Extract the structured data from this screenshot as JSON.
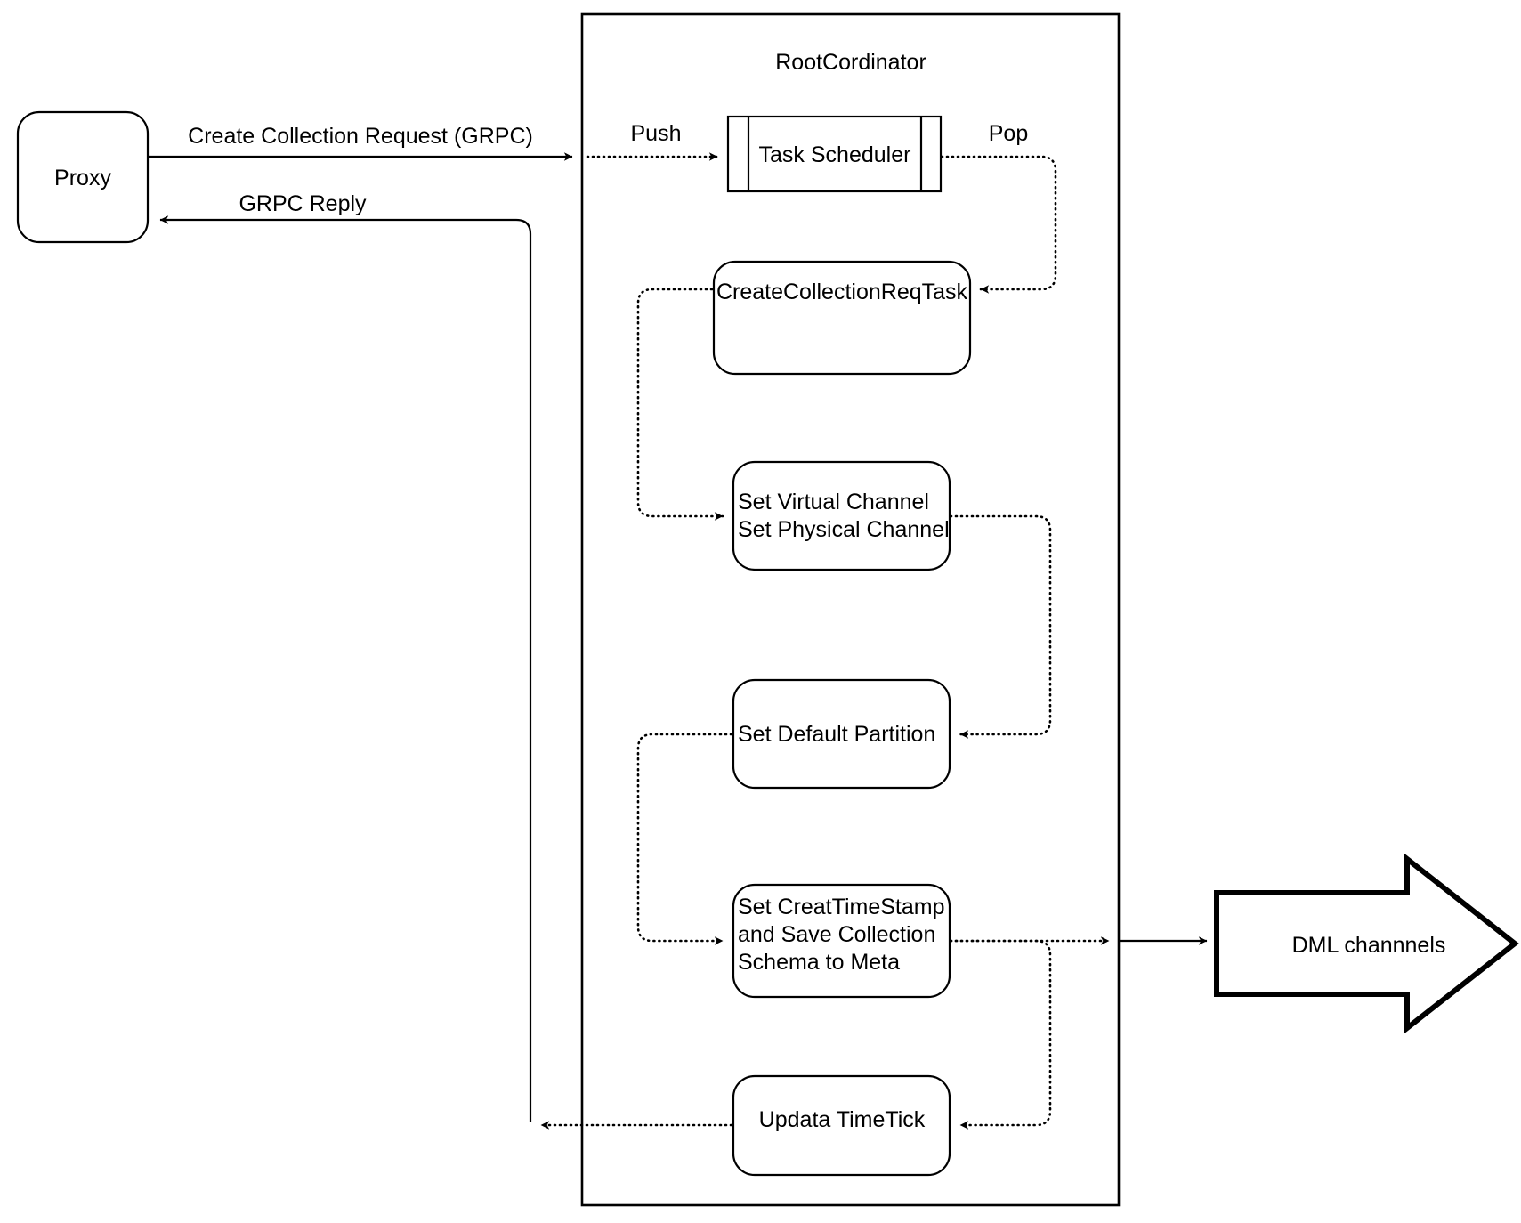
{
  "diagram": {
    "title_node": "RootCordinator",
    "colors": {
      "stroke": "#000000",
      "fill": "#ffffff",
      "text": "#000000"
    },
    "nodes": {
      "proxy": {
        "label": "Proxy",
        "shape": "rounded-rectangle"
      },
      "task_scheduler": {
        "label": "Task Scheduler",
        "shape": "queue"
      },
      "create_collection_req_task": {
        "label": "CreateCollectionReqTask",
        "shape": "rounded-rectangle"
      },
      "set_channels": {
        "shape": "rounded-rectangle",
        "line1": "Set Virtual Channel",
        "line2": "Set Physical Channel"
      },
      "set_default_partition": {
        "label": "Set Default Partition",
        "shape": "rounded-rectangle"
      },
      "set_create_timestamp": {
        "shape": "rounded-rectangle",
        "line1": "Set CreatTimeStamp",
        "line2": "and Save Collection",
        "line3": "Schema to Meta"
      },
      "update_timetick": {
        "label": "Updata TimeTick",
        "shape": "rounded-rectangle"
      },
      "dml_channels": {
        "label": "DML channnels",
        "shape": "block-arrow"
      },
      "root_coordinator": {
        "label": "RootCordinator",
        "shape": "rectangle-container"
      }
    },
    "edges": {
      "request": {
        "label": "Create Collection Request (GRPC)",
        "style": "solid",
        "direction": "proxy-to-rootcoordinator"
      },
      "reply": {
        "label": "GRPC Reply",
        "style": "solid",
        "direction": "rootcoordinator-to-proxy"
      },
      "push": {
        "label": "Push",
        "style": "dotted",
        "direction": "to-task-scheduler"
      },
      "pop": {
        "label": "Pop",
        "style": "dotted",
        "direction": "task-scheduler-to-task"
      },
      "task_to_channels": {
        "label": "",
        "style": "dotted"
      },
      "channels_to_partition": {
        "label": "",
        "style": "dotted"
      },
      "partition_to_timestamp": {
        "label": "",
        "style": "dotted"
      },
      "timestamp_to_dml": {
        "label": "",
        "style": "solid"
      },
      "timestamp_to_timetick": {
        "label": "",
        "style": "dotted"
      },
      "timetick_to_reply": {
        "label": "",
        "style": "dotted"
      }
    }
  }
}
